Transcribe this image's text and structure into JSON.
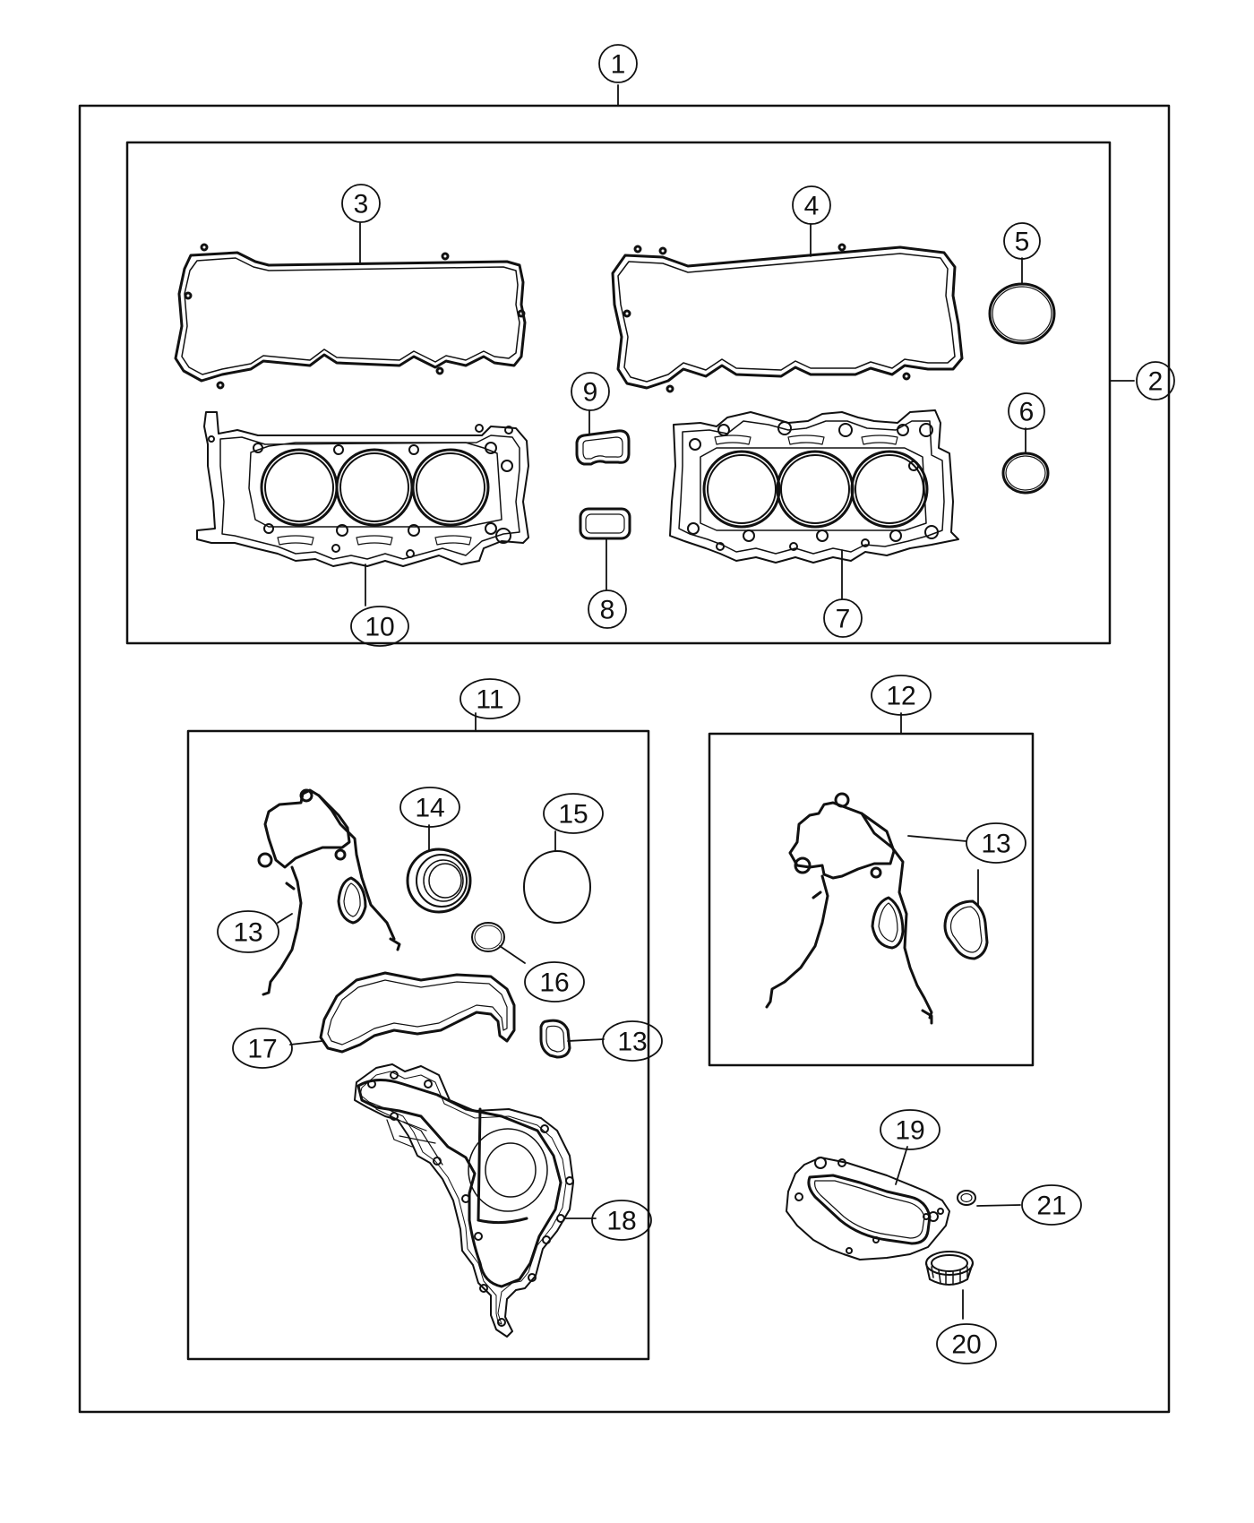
{
  "callouts": {
    "c1": "1",
    "c2": "2",
    "c3": "3",
    "c4": "4",
    "c5": "5",
    "c6": "6",
    "c7": "7",
    "c8": "8",
    "c9": "9",
    "c10": "10",
    "c11": "11",
    "c12": "12",
    "c13a": "13",
    "c13b": "13",
    "c13c": "13",
    "c14": "14",
    "c15": "15",
    "c16": "16",
    "c17": "17",
    "c18": "18",
    "c19": "19",
    "c20": "20",
    "c21": "21"
  },
  "colors": {
    "line": "#111111",
    "background": "#ffffff"
  }
}
